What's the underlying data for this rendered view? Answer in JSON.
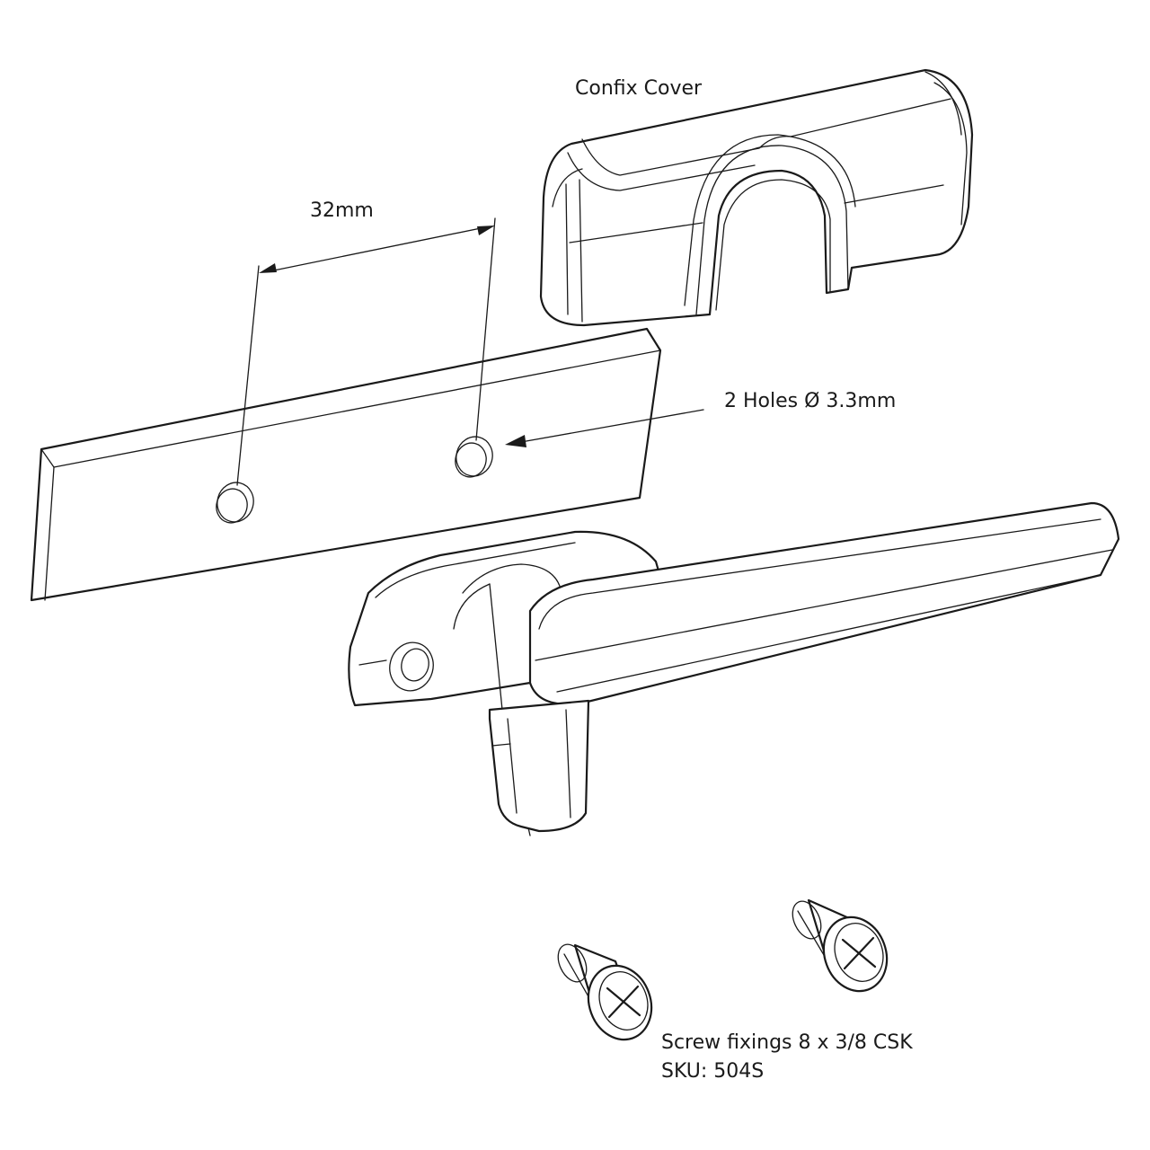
{
  "labels": {
    "cover": "Confix Cover",
    "spacing": "32mm",
    "holes": "2 Holes Ø 3.3mm",
    "screws_line1": "Screw fixings 8 x 3/8 CSK",
    "screws_line2": "SKU: 504S"
  },
  "colors": {
    "line": "#1a1a1a",
    "background": "#ffffff"
  },
  "parts": [
    "confix-cover",
    "backing-plate",
    "window-handle",
    "screw-left",
    "screw-right"
  ]
}
